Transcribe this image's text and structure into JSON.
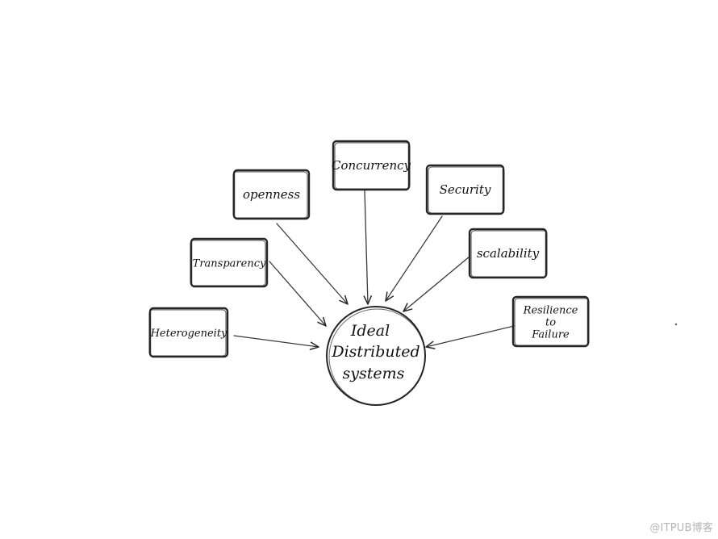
{
  "diagram": {
    "center": {
      "lines": [
        "Ideal",
        "Distributed",
        "systems"
      ]
    },
    "nodes": [
      {
        "id": "concurrency",
        "lines": [
          "Concurrency"
        ]
      },
      {
        "id": "openness",
        "lines": [
          "openness"
        ]
      },
      {
        "id": "security",
        "lines": [
          "Security"
        ]
      },
      {
        "id": "transparency",
        "lines": [
          "Transparency"
        ]
      },
      {
        "id": "scalability",
        "lines": [
          "scalability"
        ]
      },
      {
        "id": "heterogeneity",
        "lines": [
          "Heterogeneity"
        ]
      },
      {
        "id": "resilience",
        "lines": [
          "Resilience",
          "to",
          "Failure"
        ]
      }
    ]
  },
  "watermark": "@ITPUB博客",
  "colors": {
    "ink": "#262626",
    "watermark": "#b5b5b5",
    "background": "#ffffff"
  }
}
